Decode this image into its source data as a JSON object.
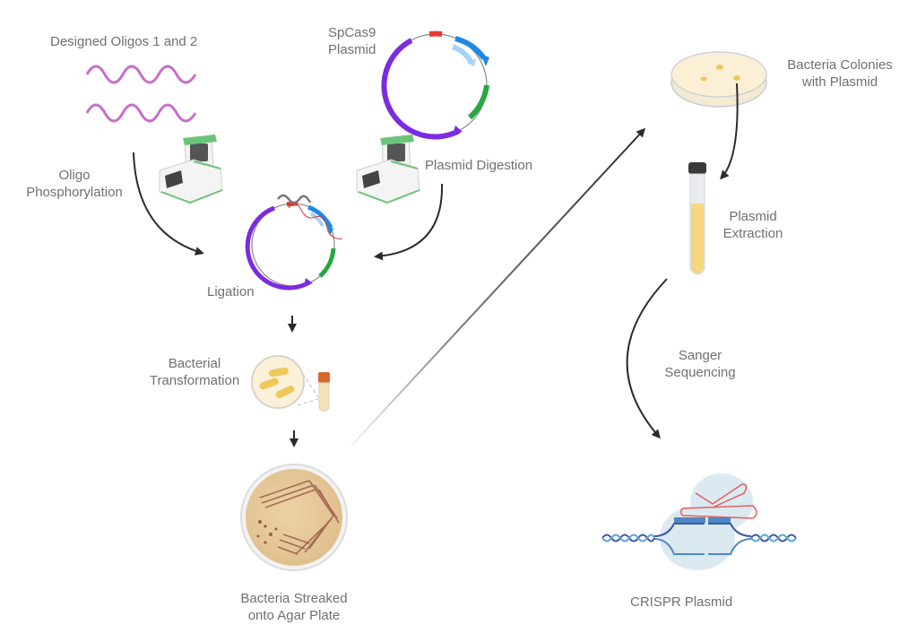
{
  "title": "CRISPR plasmid construction workflow",
  "colors": {
    "label": "#707070",
    "arrow": "#2b2b2b",
    "oligo": "#c86fc9",
    "backbone_purple": "#7b2be0",
    "cas9_blue": "#1e88e5",
    "cas9_light": "#a9d3f5",
    "insert_red": "#e53935",
    "marker_green": "#27a83f",
    "agar": "#e9c99a",
    "streak": "#9c5a4a",
    "colony_plate": "#fbf0d6",
    "tube_fill": "#f7d680",
    "cap_orange": "#d9692a",
    "cas9_protein": "#cfe3ee",
    "dna_blue": "#3f6fb5",
    "guide_rna": "#e06060"
  },
  "steps": {
    "oligos": {
      "label": "Designed Oligos 1 and 2"
    },
    "phosphorylation": {
      "line1": "Oligo",
      "line2": "Phosphorylation"
    },
    "spcas9": {
      "line1": "SpCas9",
      "line2": "Plasmid"
    },
    "digestion": {
      "label": "Plasmid Digestion"
    },
    "ligation": {
      "label": "Ligation"
    },
    "transformation": {
      "line1": "Bacterial",
      "line2": "Transformation"
    },
    "streaked": {
      "line1": "Bacteria Streaked",
      "line2": "onto Agar Plate"
    },
    "colonies": {
      "line1": "Bacteria Colonies",
      "line2": "with Plasmid"
    },
    "extraction": {
      "line1": "Plasmid",
      "line2": "Extraction"
    },
    "sequencing": {
      "line1": "Sanger",
      "line2": "Sequencing"
    },
    "crispr": {
      "label": "CRISPR Plasmid"
    }
  }
}
